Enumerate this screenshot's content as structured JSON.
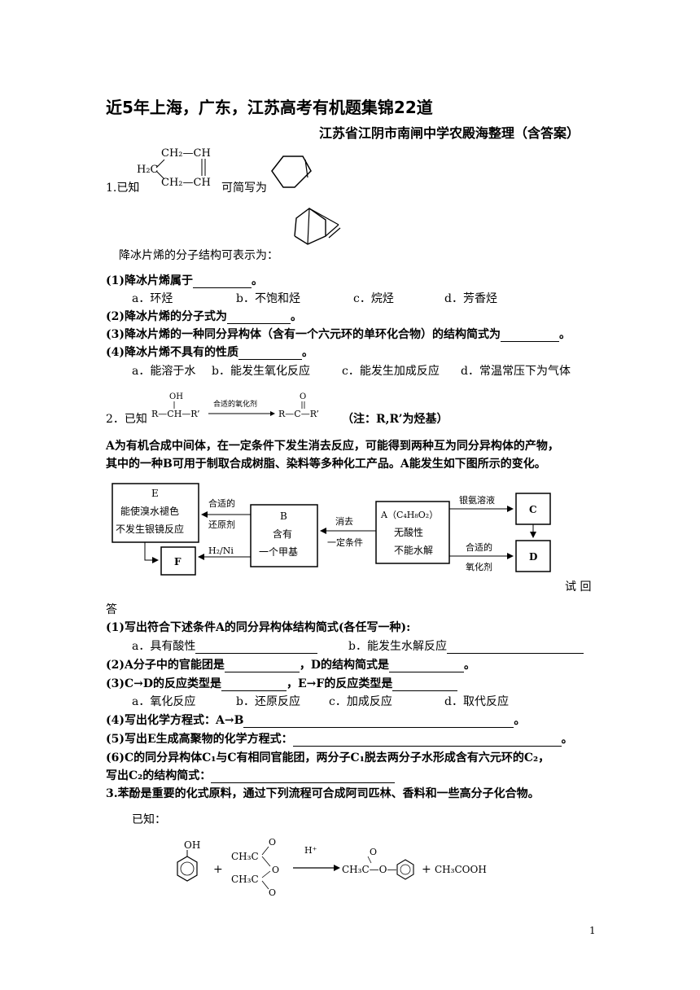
{
  "title": "近5年上海，广东，江苏高考有机题集锦22道",
  "subtitle": "江苏省江阴市南闸中学农殿海整理（含答案）",
  "q1": {
    "intro_a": "1.已知",
    "intro_b": "可简写为",
    "struct_desc": "降冰片烯的分子结构可表示为：",
    "s1": "(1)降冰片烯属于",
    "s1_end": "。",
    "s1_opts": [
      "a．环烃",
      "b．不饱和烃",
      "c．烷烃",
      "d．芳香烃"
    ],
    "s2": "(2)降冰片烯的分子式为",
    "s2_end": "。",
    "s3": "(3)降冰片烯的一种同分异构体（含有一个六元环的单环化合物）的结构简式为",
    "s3_end": "。",
    "s4": "(4)降冰片烯不具有的性质",
    "s4_end": "。",
    "s4_opts": [
      "a．能溶于水",
      "b．能发生氧化反应",
      "c．能发生加成反应",
      "d．常温常压下为气体"
    ],
    "chem": {
      "ch2_top": "CH₂—CH",
      "h2c": "H₂C",
      "ch2_bot": "CH₂—CH"
    }
  },
  "q2": {
    "intro": "2．已知",
    "note": "（注：R,R’为烃基）",
    "rxn_oh": "OH",
    "rxn_left": "R—CH—R’",
    "rxn_arrow": "合适的氧化剂",
    "rxn_o": "O",
    "rxn_right": "R—C—R’",
    "p1": "A为有机合成中间体，在一定条件下发生消去反应，可能得到两种互为同分异构体的产物，",
    "p2": "其中的一种B可用于制取合成树脂、染料等多种化工产品。A能发生如下图所示的变化。",
    "diagram": {
      "E_title": "E",
      "E_l1": "能使溴水褪色",
      "E_l2": "不发生银镜反应",
      "B_title": "B",
      "B_l1": "含有",
      "B_l2": "一个甲基",
      "A_title": "A（C₄H₈O₂）",
      "A_l1": "无酸性",
      "A_l2": "不能水解",
      "C_label": "C",
      "D_label": "D",
      "F_label": "F",
      "arrow_BE_1": "合适的",
      "arrow_BE_2": "还原剂",
      "arrow_BF": "H₂/Ni",
      "arrow_AB_1": "消去",
      "arrow_AB_2": "一定条件",
      "arrow_AC": "银氨溶液",
      "arrow_AD_1": "合适的",
      "arrow_AD_2": "氧化剂"
    },
    "try": "试 回",
    "answer": "答",
    "s1": "(1)写出符合下述条件A的同分异构体结构简式(各任写一种):",
    "s1a": "a．具有酸性",
    "s1b": "b．能发生水解反应",
    "s2a": "(2)A分子中的官能团是",
    "s2b": "，D的结构简式是",
    "s2_end": "。",
    "s3a": "(3)C→D的反应类型是",
    "s3b": "，E→F的反应类型是",
    "s3_opts": [
      "a．氧化反应",
      "b．还原反应",
      "c．加成反应",
      "d．取代反应"
    ],
    "s4": "(4)写出化学方程式：A→B",
    "s4_end": "。",
    "s5": "(5)写出E生成高聚物的化学方程式：",
    "s5_end": "。",
    "s6a": "(6)C的同分异构体C₁与C有相同官能团，两分子C₁脱去两分子水形成含有六元环的C₂，",
    "s6b": "写出C₂的结构简式："
  },
  "q3": {
    "intro": "3.苯酚是重要的化式原料，通过下列流程可合成阿司匹林、香料和一些高分子化合物。",
    "known": "已知：",
    "oh": "OH",
    "plus1": "+",
    "anh_top": "CH₃C",
    "anh_bot": "CH₃C",
    "o_top": "O",
    "o_mid": "O",
    "o_bot": "O",
    "cat": "H⁺",
    "ester": "CH₃C—O—",
    "ester_o": "O",
    "plus2": "+",
    "acetic": "CH₃COOH"
  },
  "page_number": "1"
}
